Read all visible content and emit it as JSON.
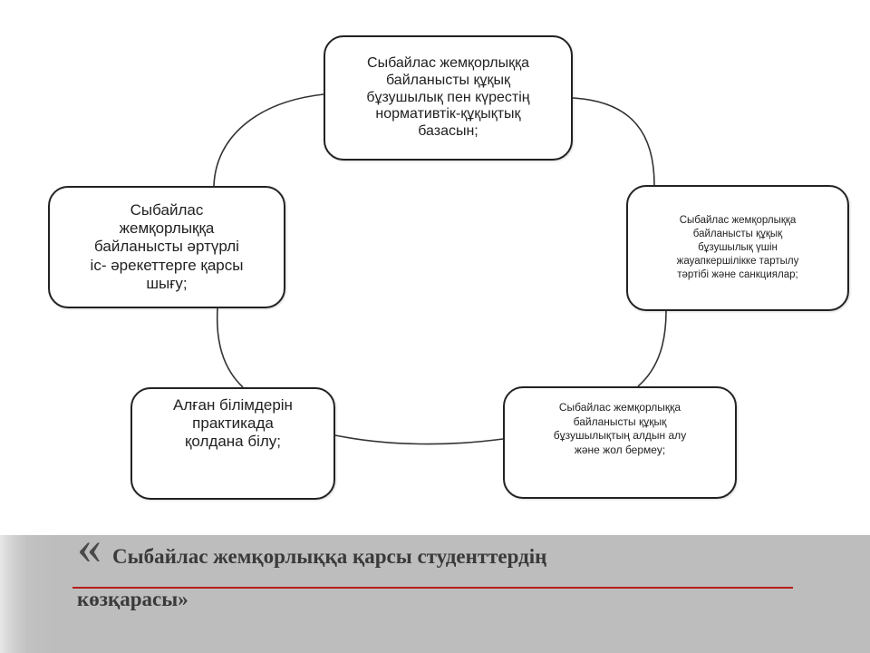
{
  "diagram": {
    "nodes": [
      {
        "id": "top",
        "text": "Сыбайлас  жемқорлыққа\nбайланысты құқық\nбұзушылық пен  күрестің\nнормативтік-құқықтық\nбазасын;"
      },
      {
        "id": "right",
        "text": "Сыбайлас  жемқорлыққа\nбайланысты құқық\nбұзушылық үшін\nжауапкершілікке тартылу\nтәртібі және санкциялар;"
      },
      {
        "id": "bottom_right",
        "text": "Сыбайлас  жемқорлыққа\nбайланысты құқық\nбұзушылықтың алдын алу\nжәне жол  бермеу;"
      },
      {
        "id": "bottom_left",
        "text": "Алған  білімдерін\nпрактикада\nқолдана білу;"
      },
      {
        "id": "left",
        "text": "Сыбайлас\nжемқорлыққа\nбайланысты әртүрлі\nіс- әрекеттерге  қарсы\nшығу;"
      }
    ]
  },
  "title": {
    "open_quote": "«",
    "line1": "Сыбайлас жемқорлыққа қарсы студенттердің",
    "line2": "көзқарасы»"
  },
  "colors": {
    "banner": "#bdbdbd",
    "underline": "#b71c1c",
    "node_border": "#222222"
  }
}
